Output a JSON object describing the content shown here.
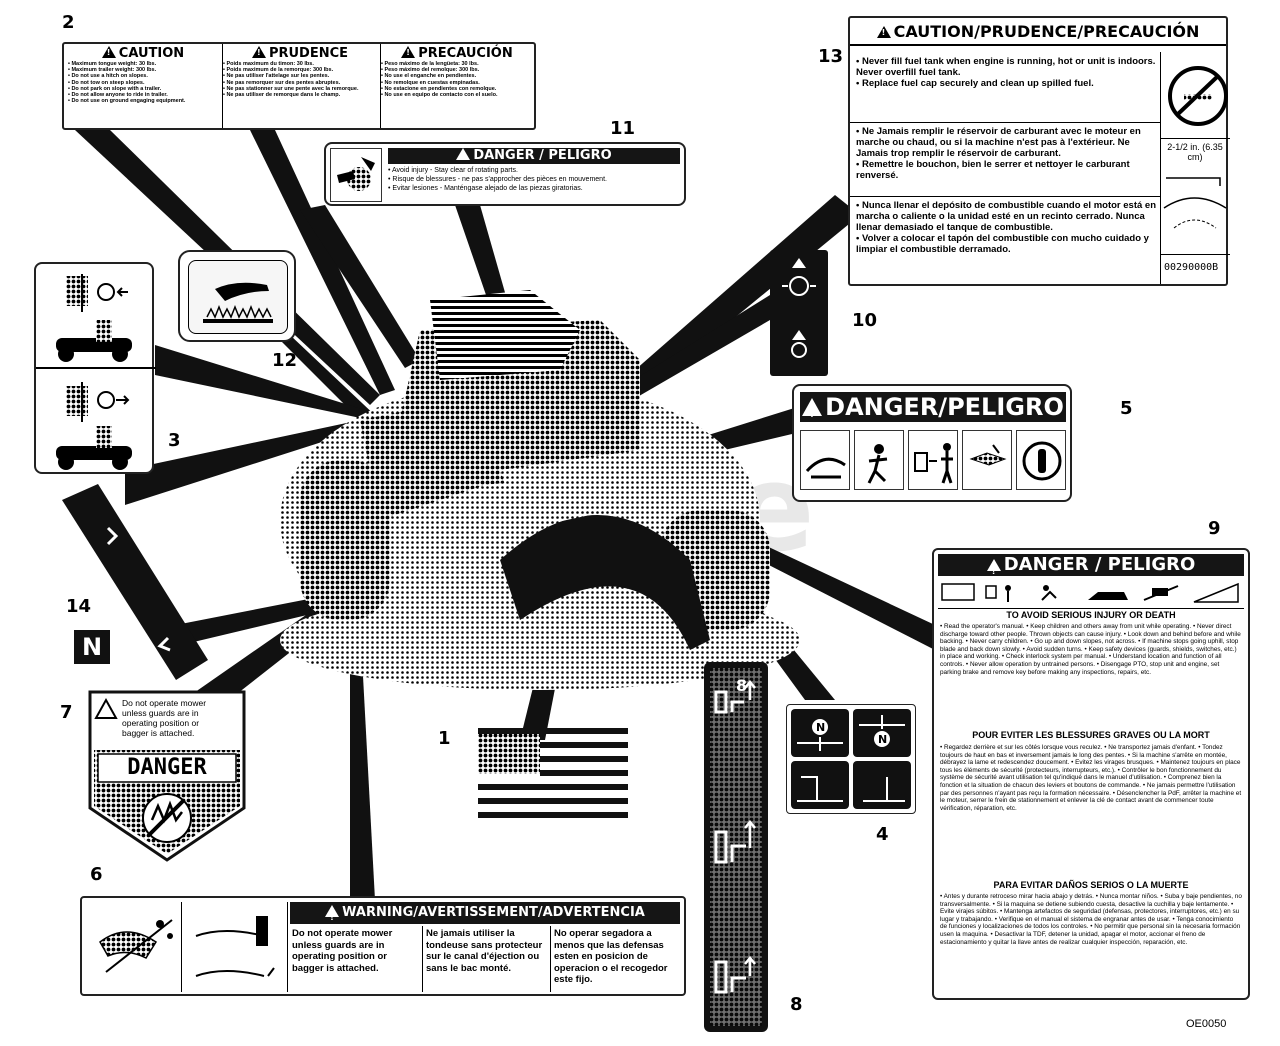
{
  "callouts": {
    "n1": "1",
    "n2": "2",
    "n3": "3",
    "n4": "4",
    "n5": "5",
    "n6": "6",
    "n7": "7",
    "n8a": "8",
    "n8b": "8",
    "n9": "9",
    "n10": "10",
    "n11": "11",
    "n12": "12",
    "n13": "13",
    "n14": "14"
  },
  "decal2": {
    "h1": "CAUTION",
    "h2": "PRUDENCE",
    "h3": "PRECAUCIÓN",
    "c1": [
      "• Maximum tongue weight: 30 lbs.",
      "• Maximum trailer weight: 300 lbs.",
      "• Do not use a hitch on slopes.",
      "• Do not tow on steep slopes.",
      "• Do not park on slope with a trailer.",
      "• Do not allow anyone to ride in trailer.",
      "• Do not use on ground engaging equipment."
    ],
    "c2": [
      "• Poids maximum du timon: 30 lbs.",
      "• Poids maximum de la remorque: 300 lbs.",
      "• Ne pas utiliser l'attelage sur les pentes.",
      "• Ne pas remorquer sur des pentes abruptes.",
      "• Ne pas stationner sur une pente avec la remorque.",
      "• Ne pas utiliser de remorque dans le champ."
    ],
    "c3": [
      "• Peso máximo de la lengüeta: 30 lbs.",
      "• Peso máximo del remolque: 300 lbs.",
      "• No use el enganche en pendientes.",
      "• No remolque en cuestas empinadas.",
      "• No estacione en pendientes con remolque.",
      "• No use en equipo de contacto con el suelo."
    ]
  },
  "decal11": {
    "header": "DANGER / PELIGRO",
    "lines": [
      "• Avoid injury - Stay clear of rotating parts.",
      "• Risque de blessures - ne pas s'approcher des pièces en mouvement.",
      "• Evitar lesiones - Manténgase alejado de las piezas giratorias."
    ]
  },
  "decal13": {
    "header": "CAUTION/PRUDENCE/PRECAUCIÓN",
    "en": [
      "• Never fill fuel tank when engine is running, hot or unit is indoors. Never overfill fuel tank.",
      "• Replace fuel cap securely and clean up spilled fuel."
    ],
    "fr": [
      "• Ne Jamais remplir le réservoir de carburant avec le moteur en marche ou chaud, ou si la machine n'est pas à l'extérieur. Ne Jamais trop remplir le réservoir de carburant.",
      "• Remettre le bouchon, bien le serrer et nettoyer le carburant renversé."
    ],
    "es": [
      "• Nunca llenar el depósito de combustible cuando el motor está en marcha o caliente o la unidad esté en un recinto cerrado. Nunca llenar demasiado el tanque de combustible.",
      "• Volver a colocar el tapón del combustible con mucho cuidado y limpiar el combustible derramado."
    ],
    "measure": "2-1/2 in. (6.35 cm)",
    "part": "00290000B"
  },
  "decal5": {
    "header": "DANGER/PELIGRO"
  },
  "decal9": {
    "header": "DANGER / PELIGRO",
    "en_title": "TO AVOID SERIOUS INJURY OR DEATH",
    "en_body": "• Read the operator's manual. • Keep children and others away from unit while operating. • Never direct discharge toward other people. Thrown objects can cause injury. • Look down and behind before and while backing. • Never carry children. • Go up and down slopes, not across. • If machine stops going uphill, stop blade and back down slowly. • Avoid sudden turns. • Keep safety devices (guards, shields, switches, etc.) in place and working. • Check interlock system per manual. • Understand location and function of all controls. • Never allow operation by untrained persons. • Disengage PTO, stop unit and engine, set parking brake and remove key before making any inspections, repairs, etc.",
    "fr_title": "POUR EVITER LES BLESSURES GRAVES OU LA MORT",
    "fr_body": "• Regardez derrière et sur les côtés lorsque vous reculez. • Ne transportez jamais d'enfant. • Tondez toujours de haut en bas et inversement jamais le long des pentes. • Si la machine s'arrête en montée, débrayez la lame et redescendez doucement. • Evitez les virages brusques. • Maintenez toujours en place tous les éléments de sécurité (protecteurs, interrupteurs, etc.). • Contrôler le bon fonctionnement du système de sécurité avant utilisation tel qu'indiqué dans le manuel d'utilisation. • Comprenez bien la fonction et la situation de chacun des leviers et boutons de commande. • Ne jamais permettre l'utilisation par des personnes n'ayant pas reçu la formation nécessaire. • Désenclencher la PdF, arrêter la machine et le moteur, serrer le frein de stationnement et enlever la clé de contact avant de commencer toute vérification, réparation, etc.",
    "es_title": "PARA EVITAR DAÑOS SERIOS O LA MUERTE",
    "es_body": "• Antes y durante retroceso mirar hacia abajo y detrás. • Nunca montar niños. • Suba y baje pendientes, no transversalmente. • Si la maquina se detiene subiendo cuesta, desactive la cuchilla y baje lentamente. • Evite virajes súbitos. • Mantenga artefactos de seguridad (defensas, protectores, interruptores, etc.) en su lugar y trabajando. • Verifique en el manual el sistema de engranar antes de usar. • Tenga conocimiento de funciones y localizaciones de todos los controles. • No permitir que personal sin la necesaria formación usen la maquina. • Desactivar la TDF, detener la unidad, apagar el motor, accionar el freno de estacionamiento y quitar la llave antes de realizar cualquier inspección, reparación, etc."
  },
  "decal7": {
    "lines": [
      "Do not operate mower",
      "unless guards are in",
      "operating position or",
      "bagger is attached."
    ],
    "danger": "DANGER"
  },
  "decal6": {
    "header": "WARNING/AVERTISSEMENT/ADVERTENCIA",
    "c1": "Do not operate mower unless guards are in operating position or bagger is attached.",
    "c2": "Ne jamais utiliser la tondeuse sans protecteur sur le canal d'éjection ou sans le bac monté.",
    "c3": "No operar segadora a menos que las defensas esten en posicion de operacion o el recogedor este fijo."
  },
  "decal14": {
    "glyph": "N"
  },
  "footer": {
    "code": "OE0050"
  },
  "watermark": {
    "text": "Tree"
  }
}
